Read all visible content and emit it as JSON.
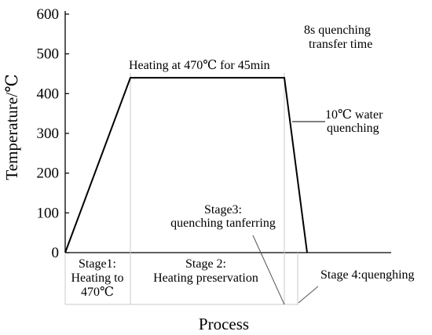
{
  "chart_data": {
    "type": "line",
    "title": "",
    "xlabel": "Process",
    "ylabel": "Temperature/℃",
    "ylim": [
      0,
      600
    ],
    "yticks": [
      0,
      100,
      200,
      300,
      400,
      500,
      600
    ],
    "grid": false,
    "series": [
      {
        "x": [
          0,
          1,
          2,
          3
        ],
        "y": [
          0,
          440,
          440,
          0
        ]
      }
    ],
    "annotations": {
      "heating": "Heating at 470℃  for 45min",
      "transfer_line1": "8s quenching",
      "transfer_line2": "transfer time",
      "water_line1": "10℃ water",
      "water_line2": "quenching",
      "stage3_line1": "Stage3:",
      "stage3_line2": "quenching tanferring",
      "stage4": "Stage 4:quenghing"
    },
    "stages": [
      {
        "lines": [
          "Stage1:",
          "Heating to",
          "470℃"
        ]
      },
      {
        "lines": [
          "Stage 2:",
          "Heating preservation"
        ]
      }
    ]
  }
}
